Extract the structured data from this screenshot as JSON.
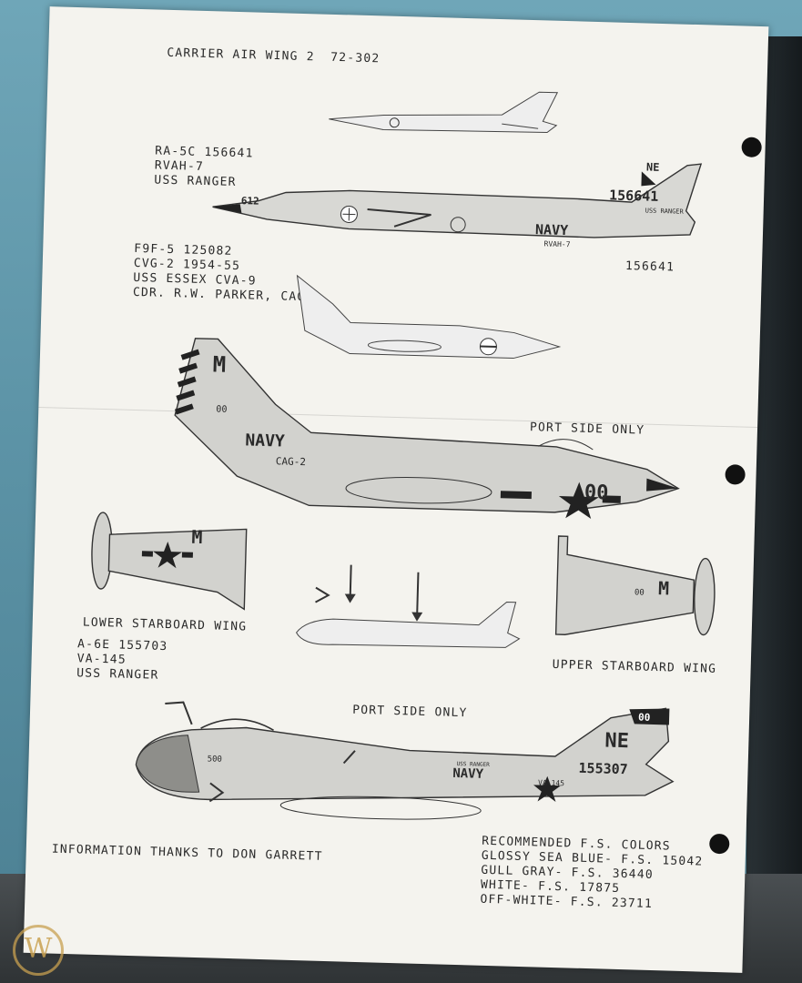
{
  "header": {
    "title": "CARRIER AIR WING 2",
    "sheet_number": "72-302"
  },
  "ra5c": {
    "caption_lines": [
      "RA-5C 156641",
      "RVAH-7",
      "USS RANGER"
    ],
    "tail_number": "156641",
    "nose_number": "612",
    "navy": "NAVY",
    "squadron": "RVAH-7",
    "ship": "USS RANGER",
    "tail_code": "NE",
    "bureau_number_label": "156641"
  },
  "f9f": {
    "caption_lines": [
      "F9F-5 125082",
      "CVG-2 1954-55",
      "USS ESSEX CVA-9",
      "CDR. R.W. PARKER, CAG"
    ],
    "tail_letter": "M",
    "navy": "NAVY",
    "air_group": "CAG-2",
    "modex": "00",
    "small_modex": "00",
    "port_side_note": "PORT SIDE ONLY"
  },
  "wings": {
    "lower_caption": "LOWER STARBOARD WING",
    "upper_caption": "UPPER STARBOARD WING",
    "lower_letter": "M",
    "upper_letter": "M",
    "upper_modex": "00"
  },
  "a6e": {
    "caption_lines": [
      "A-6E 155703",
      "VA-145",
      "USS RANGER"
    ],
    "port_side_note": "PORT SIDE ONLY",
    "tail_code": "NE",
    "tail_modex": "00",
    "bureau_number": "155307",
    "navy": "NAVY",
    "squadron": "VA-145",
    "ship": "USS RANGER",
    "nose_number": "500"
  },
  "footer": {
    "credit": "INFORMATION THANKS TO DON GARRETT",
    "colors_title": "RECOMMENDED F.S. COLORS",
    "colors": [
      "GLOSSY SEA BLUE- F.S. 15042",
      "GULL GRAY- F.S. 36440",
      "WHITE- F.S. 17875",
      "OFF-WHITE- F.S. 23711"
    ]
  },
  "watermark": "W",
  "colors": {
    "ink": "#2a2a2a",
    "paper": "#f4f3ee",
    "folder": "#5c93a6",
    "gray": "#c9c9c6"
  }
}
